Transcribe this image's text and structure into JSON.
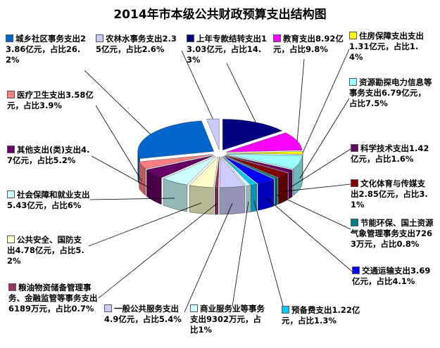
{
  "chart_data": {
    "type": "pie",
    "title": "2014年市本级公共财政预算支出结构图",
    "slices": [
      {
        "label": "上年专款结转支出13.03亿元，占比14.3%",
        "value": 14.3,
        "color": "#000080"
      },
      {
        "label": "教育支出8.92亿元，占比9.8%",
        "value": 9.8,
        "color": "#ff00ff"
      },
      {
        "label": "住房保障支出支出1.31亿元，占比1.4%",
        "value": 1.4,
        "color": "#ffff00"
      },
      {
        "label": "资源勘探电力信息等事务支出6.79亿元，占比7.5%",
        "value": 7.5,
        "color": "#99ffff"
      },
      {
        "label": "科学技术支出1.42亿元，占比1.6%",
        "value": 1.6,
        "color": "#660066"
      },
      {
        "label": "文化体育与传媒支出2.85亿元，占比3.1%",
        "value": 3.1,
        "color": "#800000"
      },
      {
        "label": "节能环保、国土资源气象管理事务支出7263万元，占比0.8%",
        "value": 0.8,
        "color": "#008080"
      },
      {
        "label": "交通运输支出3.69亿元，占比4.1%",
        "value": 4.1,
        "color": "#0000ff"
      },
      {
        "label": "预备费支出1.22亿元，占比1.3%",
        "value": 1.3,
        "color": "#00ccff"
      },
      {
        "label": "商业服务业等事务支出9302万元，占比1%",
        "value": 1.0,
        "color": "#ccffff"
      },
      {
        "label": "一般公共服务支出4.9亿元，占比5.4%",
        "value": 5.4,
        "color": "#ccccff"
      },
      {
        "label": "粮油物资储备管理事务、金融监管等事务支出6189万元，占比0.7%",
        "value": 0.7,
        "color": "#993366"
      },
      {
        "label": "公共安全、国防支出4.78亿元，占比5.2%",
        "value": 5.2,
        "color": "#ffffcc"
      },
      {
        "label": "社会保障和就业支出5.43亿元，占比6%",
        "value": 6.0,
        "color": "#ccffff"
      },
      {
        "label": "其他支出(类)支出4.7亿元，占比5.2%",
        "value": 5.2,
        "color": "#660066"
      },
      {
        "label": "医疗卫生支出3.58亿元，占比3.9%",
        "value": 3.9,
        "color": "#ff8080"
      },
      {
        "label": "城乡社区事务支出23.86亿元，占比26.2%",
        "value": 26.2,
        "color": "#0066cc"
      },
      {
        "label": "农林水事务支出2.35亿元，占比2.6%",
        "value": 2.6,
        "color": "#ccccff"
      }
    ]
  }
}
